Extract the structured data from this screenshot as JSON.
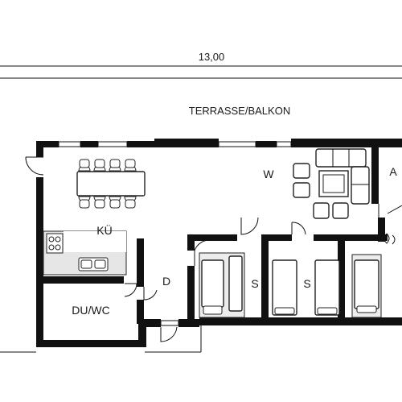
{
  "plan": {
    "dimension": "13,00",
    "labels": {
      "terrace": "TERRASSE/BALKON",
      "living": "W",
      "kitchen": "KÜ",
      "hall": "D",
      "bath": "DU/WC",
      "bedroom_1": "S",
      "bedroom_2": "S",
      "annex": "A"
    }
  }
}
